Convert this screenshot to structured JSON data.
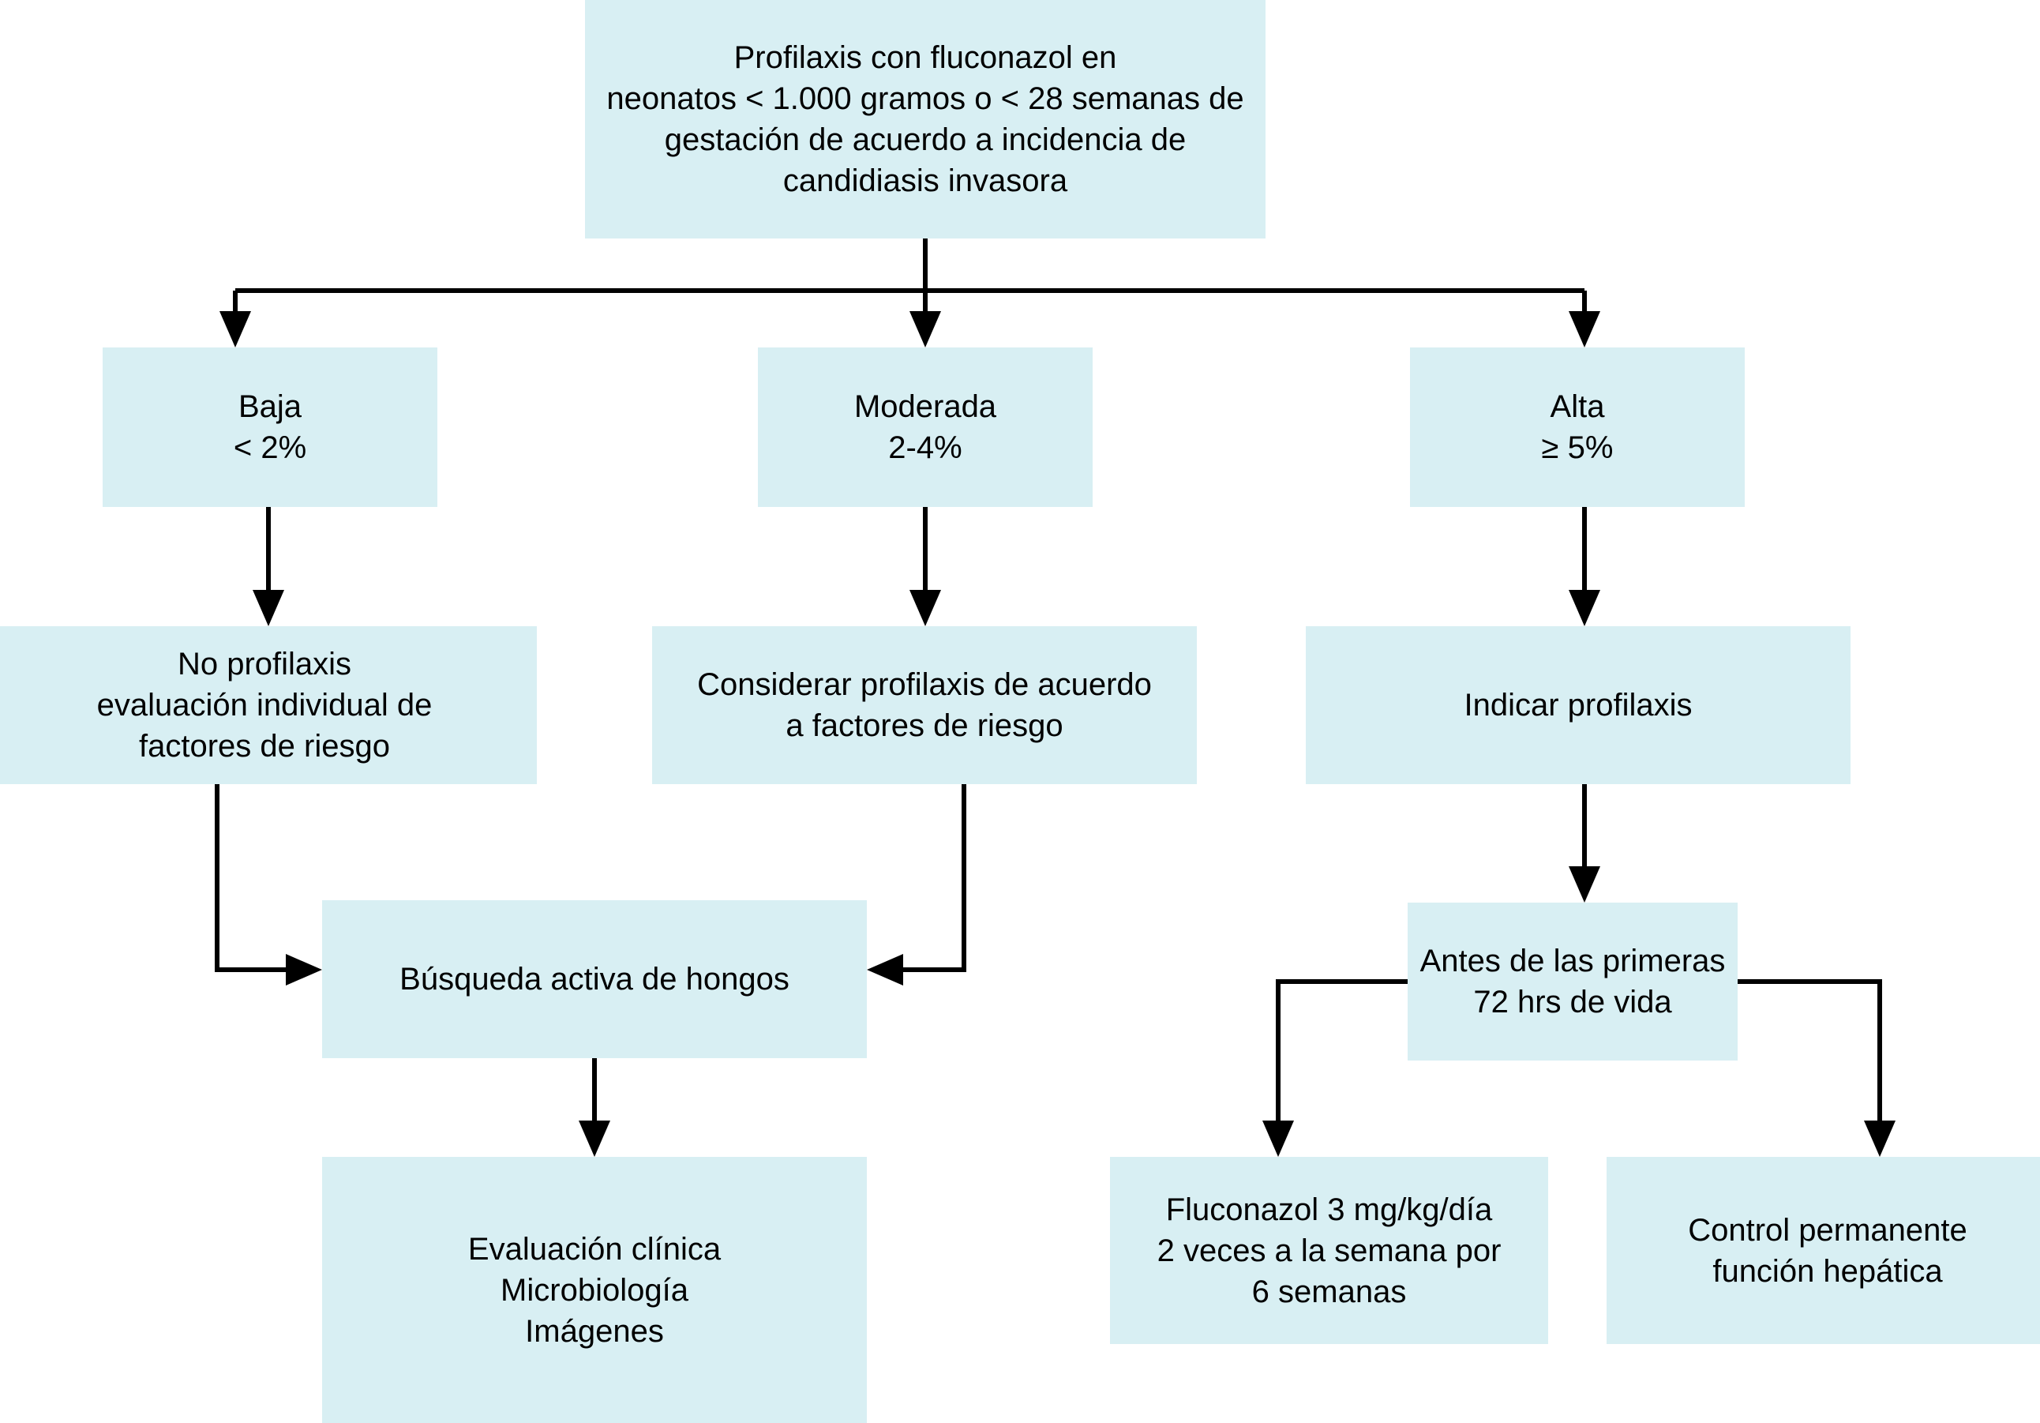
{
  "diagram": {
    "title_node": {
      "id": "root",
      "text": "Profilaxis con fluconazol en\nneonatos < 1.000 gramos o < 28 semanas de\ngestación de acuerdo a incidencia de\ncandidiasis invasora"
    },
    "risk_levels": [
      {
        "id": "baja",
        "text": "Baja\n< 2%",
        "label": "Baja",
        "value": "< 2%"
      },
      {
        "id": "moderada",
        "text": "Moderada\n2-4%",
        "label": "Moderada",
        "value": "2-4%"
      },
      {
        "id": "alta",
        "text": "Alta\n≥ 5%",
        "label": "Alta",
        "value": "≥ 5%"
      }
    ],
    "actions": [
      {
        "id": "no-profilaxis",
        "text": "No profilaxis\nevaluación individual de\nfactores de riesgo"
      },
      {
        "id": "considerar-profilaxis",
        "text": "Considerar profilaxis de acuerdo\na factores de riesgo"
      },
      {
        "id": "indicar-profilaxis",
        "text": "Indicar profilaxis"
      }
    ],
    "followups": [
      {
        "id": "busqueda",
        "text": "Búsqueda activa de hongos"
      },
      {
        "id": "antes-72",
        "text": "Antes de las primeras\n72 hrs de vida"
      }
    ],
    "outcomes": [
      {
        "id": "evaluacion",
        "text": "Evaluación clínica\nMicrobiología\nImágenes"
      },
      {
        "id": "fluconazol-dosis",
        "text": "Fluconazol 3 mg/kg/día\n2 veces a la semana por\n6 semanas"
      },
      {
        "id": "control-hepatico",
        "text": "Control permanente\nfunción hepática"
      }
    ],
    "colors": {
      "node_fill": "#d8eff3",
      "edge_stroke": "#000000",
      "text": "#000000",
      "background": "#ffffff"
    }
  }
}
